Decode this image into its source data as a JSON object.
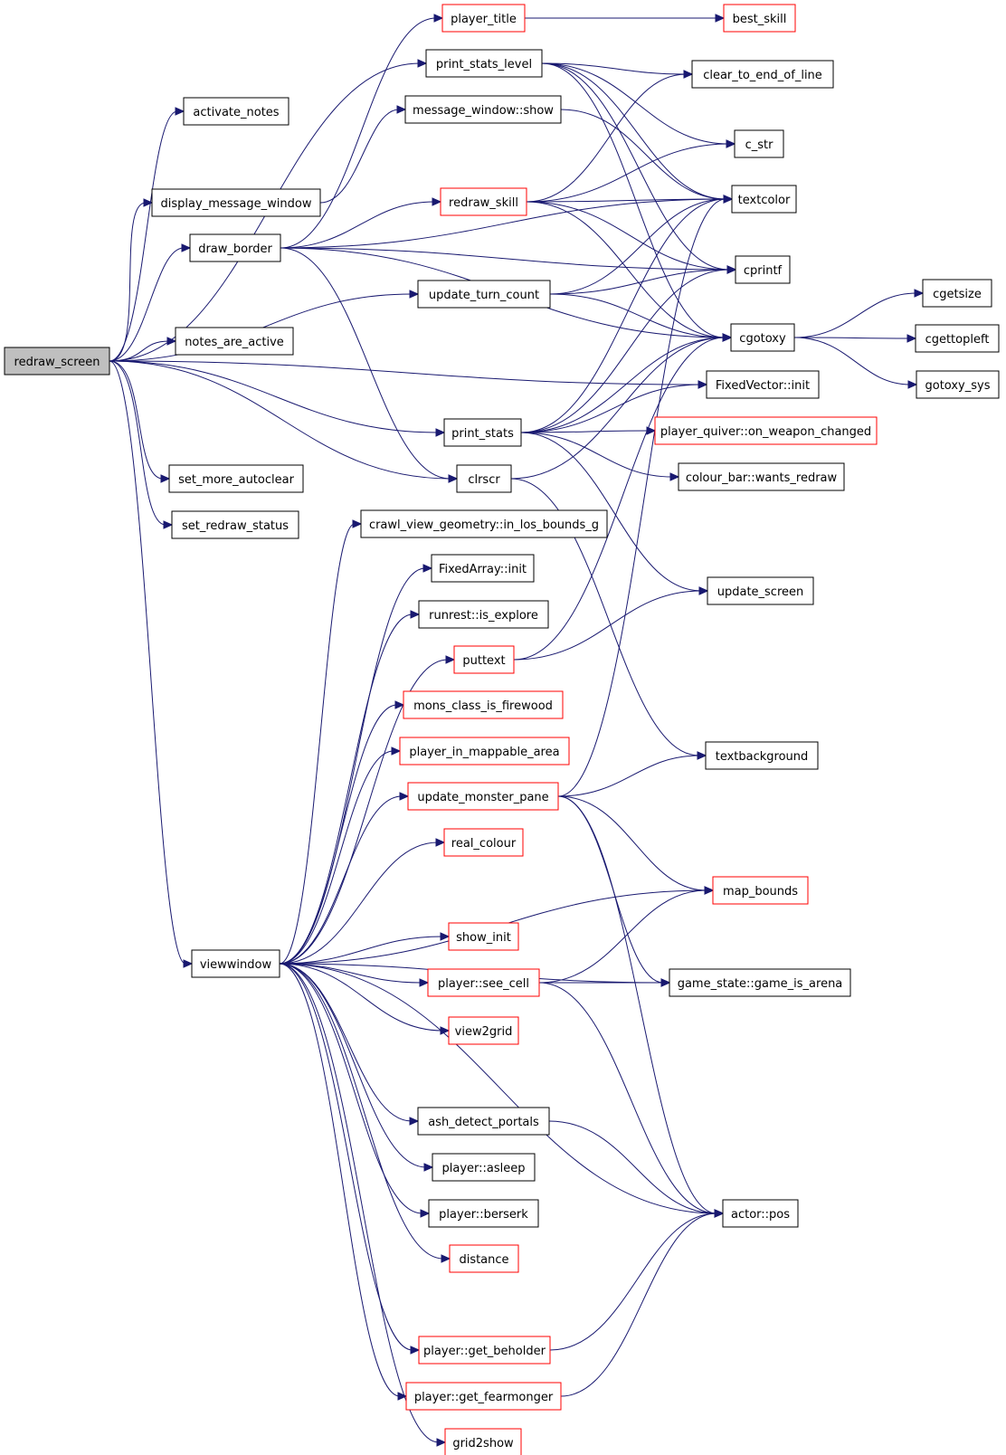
{
  "colors": {
    "edge": "#191970",
    "root_fill": "#bfbfbf",
    "node_border": "#000000",
    "red_border": "#ff0000",
    "node_fill": "#ffffff"
  },
  "nodes": [
    {
      "id": "redraw_screen",
      "label": "redraw_screen",
      "style": "root"
    },
    {
      "id": "activate_notes",
      "label": "activate_notes",
      "style": "black"
    },
    {
      "id": "display_message_window",
      "label": "display_message_window",
      "style": "black"
    },
    {
      "id": "draw_border",
      "label": "draw_border",
      "style": "black"
    },
    {
      "id": "notes_are_active",
      "label": "notes_are_active",
      "style": "black"
    },
    {
      "id": "set_more_autoclear",
      "label": "set_more_autoclear",
      "style": "black"
    },
    {
      "id": "set_redraw_status",
      "label": "set_redraw_status",
      "style": "black"
    },
    {
      "id": "viewwindow",
      "label": "viewwindow",
      "style": "black"
    },
    {
      "id": "player_title",
      "label": "player_title",
      "style": "red"
    },
    {
      "id": "print_stats_level",
      "label": "print_stats_level",
      "style": "black"
    },
    {
      "id": "message_window_show",
      "label": "message_window::show",
      "style": "black"
    },
    {
      "id": "redraw_skill",
      "label": "redraw_skill",
      "style": "red"
    },
    {
      "id": "update_turn_count",
      "label": "update_turn_count",
      "style": "black"
    },
    {
      "id": "print_stats",
      "label": "print_stats",
      "style": "black"
    },
    {
      "id": "clrscr",
      "label": "clrscr",
      "style": "black"
    },
    {
      "id": "crawl_view_geometry",
      "label": "crawl_view_geometry::in_los_bounds_g",
      "style": "black"
    },
    {
      "id": "fixedarray_init",
      "label": "FixedArray::init",
      "style": "black"
    },
    {
      "id": "runrest_is_explore",
      "label": "runrest::is_explore",
      "style": "black"
    },
    {
      "id": "puttext",
      "label": "puttext",
      "style": "red"
    },
    {
      "id": "mons_class_is_firewood",
      "label": "mons_class_is_firewood",
      "style": "red"
    },
    {
      "id": "player_in_mappable_area",
      "label": "player_in_mappable_area",
      "style": "red"
    },
    {
      "id": "update_monster_pane",
      "label": "update_monster_pane",
      "style": "red"
    },
    {
      "id": "real_colour",
      "label": "real_colour",
      "style": "red"
    },
    {
      "id": "show_init",
      "label": "show_init",
      "style": "red"
    },
    {
      "id": "player_see_cell",
      "label": "player::see_cell",
      "style": "red"
    },
    {
      "id": "view2grid",
      "label": "view2grid",
      "style": "red"
    },
    {
      "id": "ash_detect_portals",
      "label": "ash_detect_portals",
      "style": "black"
    },
    {
      "id": "player_asleep",
      "label": "player::asleep",
      "style": "black"
    },
    {
      "id": "player_berserk",
      "label": "player::berserk",
      "style": "black"
    },
    {
      "id": "distance",
      "label": "distance",
      "style": "red"
    },
    {
      "id": "player_get_beholder",
      "label": "player::get_beholder",
      "style": "red"
    },
    {
      "id": "player_get_fearmonger",
      "label": "player::get_fearmonger",
      "style": "red"
    },
    {
      "id": "grid2show",
      "label": "grid2show",
      "style": "red"
    },
    {
      "id": "best_skill",
      "label": "best_skill",
      "style": "red"
    },
    {
      "id": "clear_to_end_of_line",
      "label": "clear_to_end_of_line",
      "style": "black"
    },
    {
      "id": "c_str",
      "label": "c_str",
      "style": "black"
    },
    {
      "id": "textcolor",
      "label": "textcolor",
      "style": "black"
    },
    {
      "id": "cprintf",
      "label": "cprintf",
      "style": "black"
    },
    {
      "id": "cgotoxy",
      "label": "cgotoxy",
      "style": "black"
    },
    {
      "id": "fixedvector_init",
      "label": "FixedVector::init",
      "style": "black"
    },
    {
      "id": "player_quiver",
      "label": "player_quiver::on_weapon_changed",
      "style": "red"
    },
    {
      "id": "colour_bar",
      "label": "colour_bar::wants_redraw",
      "style": "black"
    },
    {
      "id": "update_screen",
      "label": "update_screen",
      "style": "black"
    },
    {
      "id": "textbackground",
      "label": "textbackground",
      "style": "black"
    },
    {
      "id": "map_bounds",
      "label": "map_bounds",
      "style": "red"
    },
    {
      "id": "game_is_arena",
      "label": "game_state::game_is_arena",
      "style": "black"
    },
    {
      "id": "actor_pos",
      "label": "actor::pos",
      "style": "black"
    },
    {
      "id": "cgetsize",
      "label": "cgetsize",
      "style": "black"
    },
    {
      "id": "cgettopleft",
      "label": "cgettopleft",
      "style": "black"
    },
    {
      "id": "gotoxy_sys",
      "label": "gotoxy_sys",
      "style": "black"
    }
  ],
  "edges": [
    [
      "redraw_screen",
      "activate_notes"
    ],
    [
      "redraw_screen",
      "display_message_window"
    ],
    [
      "redraw_screen",
      "draw_border"
    ],
    [
      "redraw_screen",
      "notes_are_active"
    ],
    [
      "redraw_screen",
      "set_more_autoclear"
    ],
    [
      "redraw_screen",
      "set_redraw_status"
    ],
    [
      "redraw_screen",
      "viewwindow"
    ],
    [
      "redraw_screen",
      "print_stats_level"
    ],
    [
      "redraw_screen",
      "update_turn_count"
    ],
    [
      "redraw_screen",
      "print_stats"
    ],
    [
      "redraw_screen",
      "clrscr"
    ],
    [
      "redraw_screen",
      "fixedvector_init"
    ],
    [
      "display_message_window",
      "message_window_show"
    ],
    [
      "draw_border",
      "player_title"
    ],
    [
      "draw_border",
      "redraw_skill"
    ],
    [
      "draw_border",
      "textcolor"
    ],
    [
      "draw_border",
      "cprintf"
    ],
    [
      "draw_border",
      "cgotoxy"
    ],
    [
      "draw_border",
      "clrscr"
    ],
    [
      "player_title",
      "best_skill"
    ],
    [
      "print_stats_level",
      "clear_to_end_of_line"
    ],
    [
      "print_stats_level",
      "c_str"
    ],
    [
      "print_stats_level",
      "textcolor"
    ],
    [
      "print_stats_level",
      "cprintf"
    ],
    [
      "print_stats_level",
      "cgotoxy"
    ],
    [
      "message_window_show",
      "textcolor"
    ],
    [
      "redraw_skill",
      "clear_to_end_of_line"
    ],
    [
      "redraw_skill",
      "c_str"
    ],
    [
      "redraw_skill",
      "textcolor"
    ],
    [
      "redraw_skill",
      "cprintf"
    ],
    [
      "redraw_skill",
      "cgotoxy"
    ],
    [
      "update_turn_count",
      "textcolor"
    ],
    [
      "update_turn_count",
      "cprintf"
    ],
    [
      "update_turn_count",
      "cgotoxy"
    ],
    [
      "print_stats",
      "textcolor"
    ],
    [
      "print_stats",
      "cprintf"
    ],
    [
      "print_stats",
      "cgotoxy"
    ],
    [
      "print_stats",
      "fixedvector_init"
    ],
    [
      "print_stats",
      "player_quiver"
    ],
    [
      "print_stats",
      "colour_bar"
    ],
    [
      "print_stats",
      "update_screen"
    ],
    [
      "clrscr",
      "cgotoxy"
    ],
    [
      "clrscr",
      "textbackground"
    ],
    [
      "viewwindow",
      "crawl_view_geometry"
    ],
    [
      "viewwindow",
      "fixedarray_init"
    ],
    [
      "viewwindow",
      "runrest_is_explore"
    ],
    [
      "viewwindow",
      "puttext"
    ],
    [
      "viewwindow",
      "mons_class_is_firewood"
    ],
    [
      "viewwindow",
      "player_in_mappable_area"
    ],
    [
      "viewwindow",
      "update_monster_pane"
    ],
    [
      "viewwindow",
      "real_colour"
    ],
    [
      "viewwindow",
      "map_bounds"
    ],
    [
      "viewwindow",
      "show_init"
    ],
    [
      "viewwindow",
      "player_see_cell"
    ],
    [
      "viewwindow",
      "view2grid"
    ],
    [
      "viewwindow",
      "game_is_arena"
    ],
    [
      "viewwindow",
      "ash_detect_portals"
    ],
    [
      "viewwindow",
      "player_asleep"
    ],
    [
      "viewwindow",
      "player_berserk"
    ],
    [
      "viewwindow",
      "distance"
    ],
    [
      "viewwindow",
      "actor_pos"
    ],
    [
      "viewwindow",
      "player_get_beholder"
    ],
    [
      "viewwindow",
      "player_get_fearmonger"
    ],
    [
      "viewwindow",
      "grid2show"
    ],
    [
      "puttext",
      "update_screen"
    ],
    [
      "puttext",
      "cgotoxy"
    ],
    [
      "update_monster_pane",
      "textbackground"
    ],
    [
      "update_monster_pane",
      "map_bounds"
    ],
    [
      "update_monster_pane",
      "game_is_arena"
    ],
    [
      "update_monster_pane",
      "actor_pos"
    ],
    [
      "update_monster_pane",
      "textcolor"
    ],
    [
      "player_see_cell",
      "map_bounds"
    ],
    [
      "player_see_cell",
      "game_is_arena"
    ],
    [
      "player_see_cell",
      "actor_pos"
    ],
    [
      "ash_detect_portals",
      "actor_pos"
    ],
    [
      "player_get_beholder",
      "actor_pos"
    ],
    [
      "player_get_fearmonger",
      "actor_pos"
    ],
    [
      "cgotoxy",
      "cgetsize"
    ],
    [
      "cgotoxy",
      "cgettopleft"
    ],
    [
      "cgotoxy",
      "gotoxy_sys"
    ]
  ]
}
